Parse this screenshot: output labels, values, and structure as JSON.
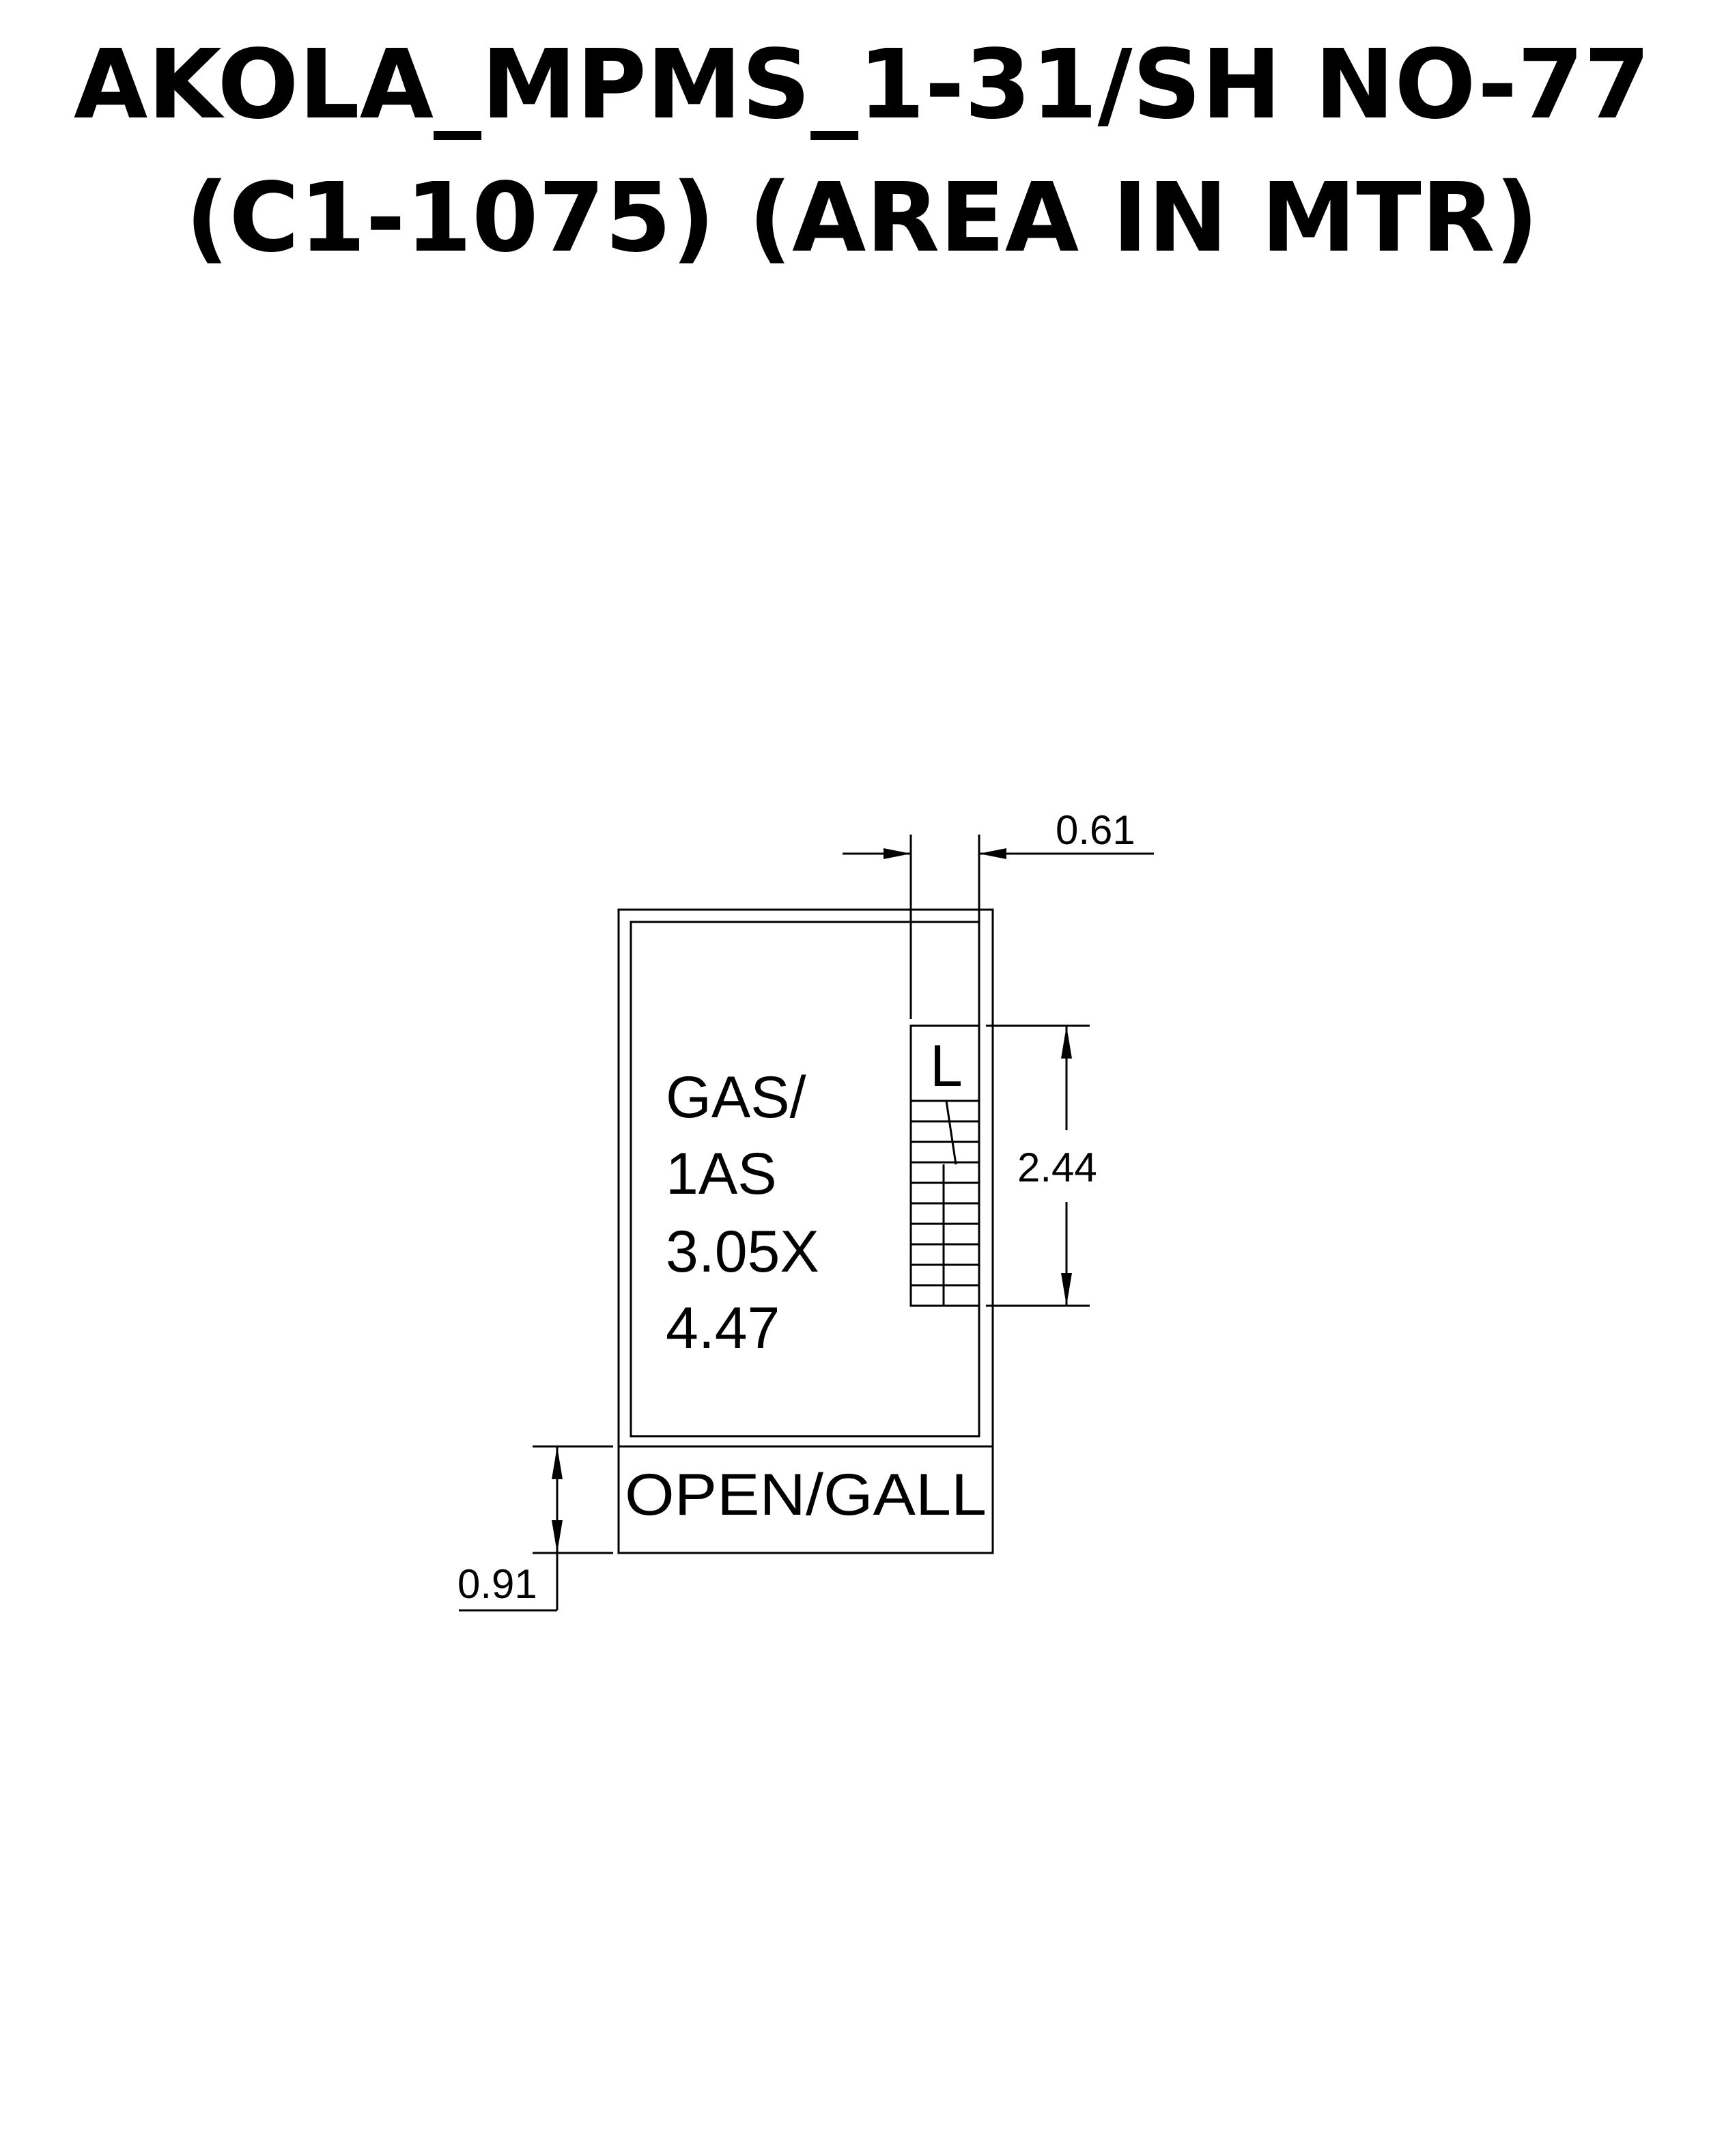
{
  "title": {
    "line1": "AKOLA_MPMS_1-31/SH NO-77",
    "line2": "(C1-1075) (AREA IN MTR)"
  },
  "room": {
    "label_lines": [
      "GAS/",
      "1AS",
      "3.05X",
      "4.47"
    ]
  },
  "stair": {
    "label": "L"
  },
  "gallery": {
    "label": "OPEN/GALL"
  },
  "dimensions": {
    "stair_width": "0.61",
    "stair_length": "2.44",
    "gallery_depth": "0.91"
  },
  "colors": {
    "line": "#000000",
    "background": "#ffffff"
  }
}
